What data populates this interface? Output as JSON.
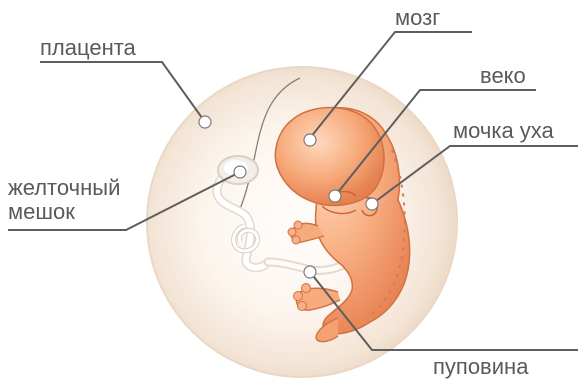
{
  "labels": {
    "placenta": "плацента",
    "yolk_sac_line1": "желточный",
    "yolk_sac_line2": "мешок",
    "brain": "мозг",
    "eyelid": "веко",
    "ear": "мочка уха",
    "umbilical_cord": "пуповина"
  },
  "colors": {
    "label_text": "#5a5a5a",
    "leader_line": "#5e5e5e",
    "sac_outer": "#f2e4d6",
    "sac_inner": "#fdf8f3",
    "embryo_light": "#fbc4a0",
    "embryo_dark": "#e98658",
    "embryo_outline": "#cf6d42",
    "marker_dot": "#ffffff"
  }
}
